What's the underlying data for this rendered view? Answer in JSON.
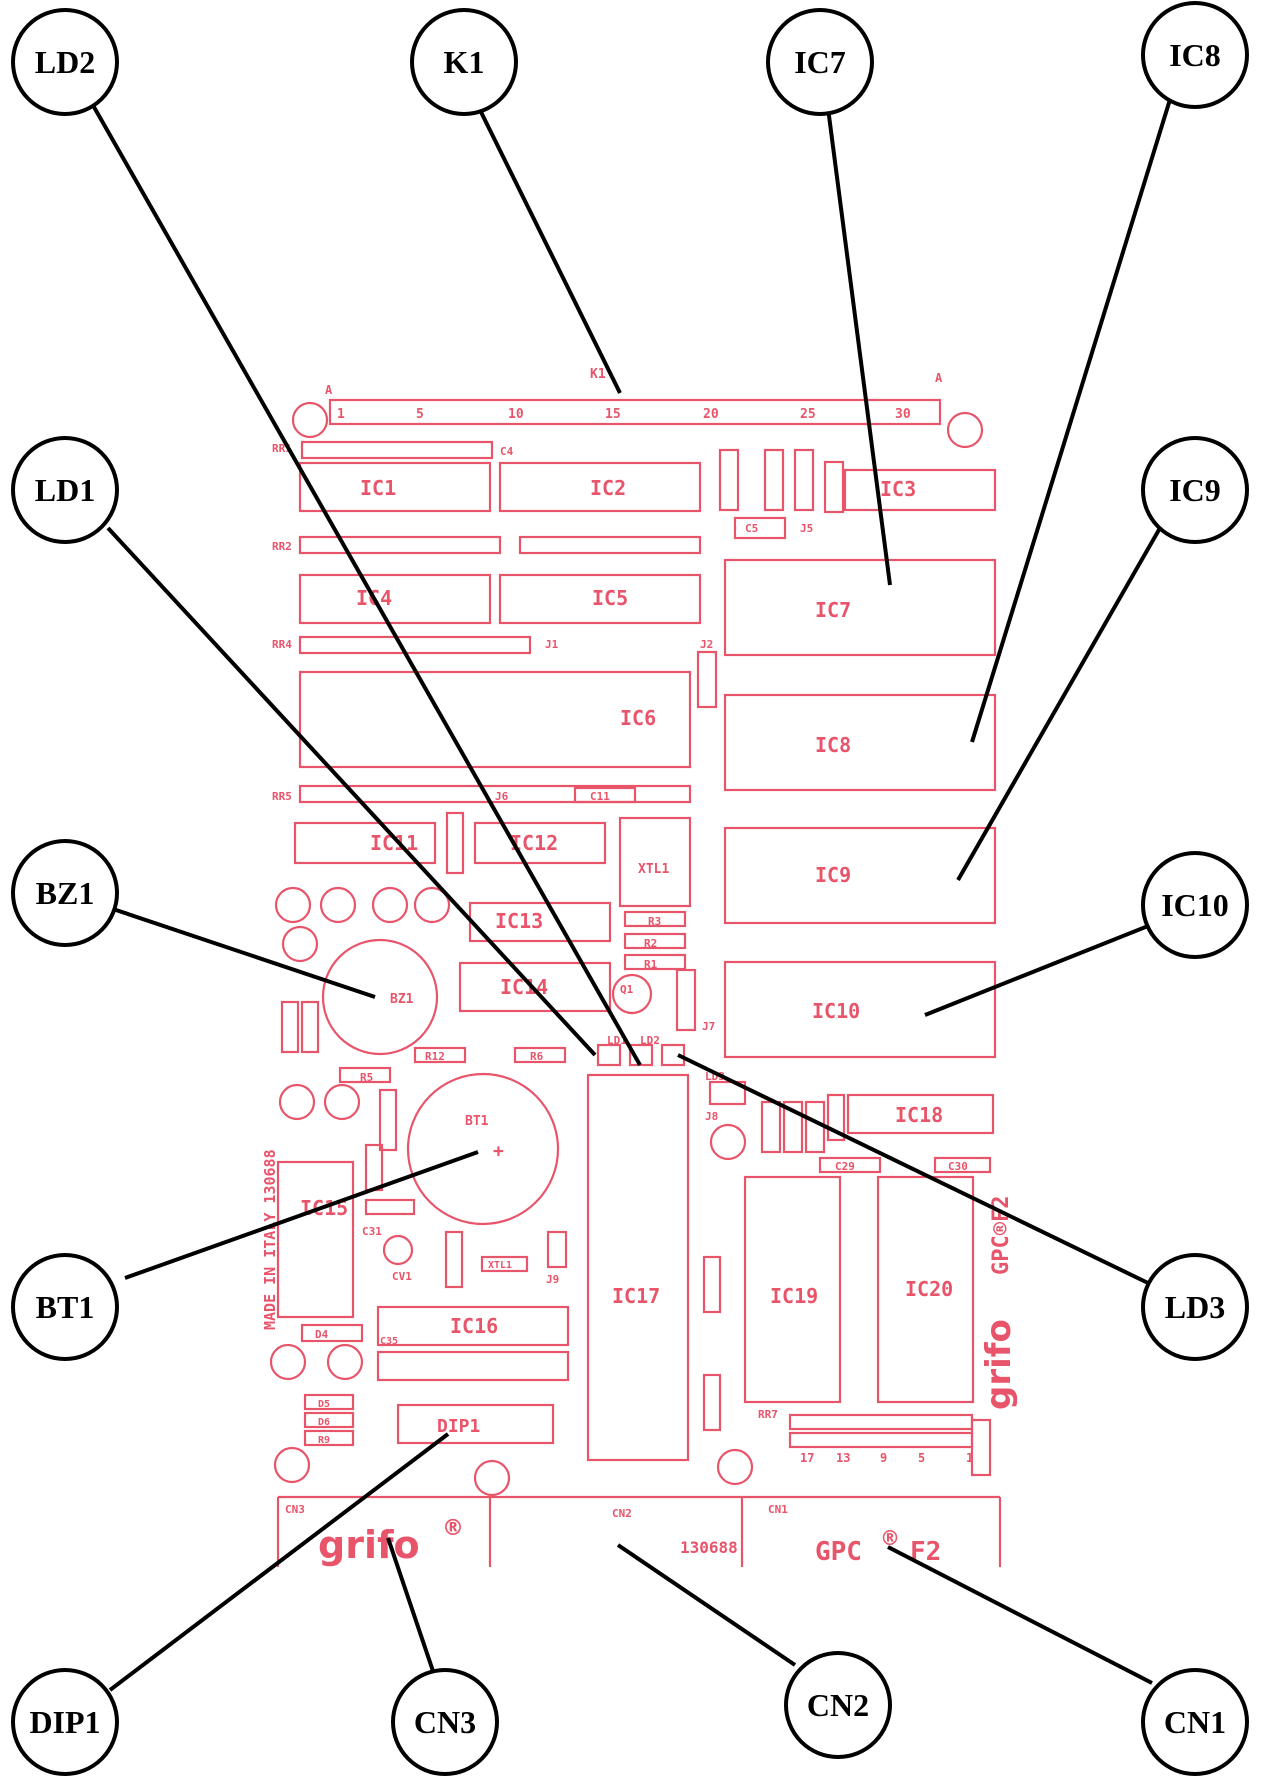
{
  "callouts": {
    "LD2": "LD2",
    "K1": "K1",
    "IC7": "IC7",
    "IC8": "IC8",
    "LD1": "LD1",
    "IC9": "IC9",
    "BZ1": "BZ1",
    "IC10": "IC10",
    "BT1": "BT1",
    "LD3": "LD3",
    "DIP1": "DIP1",
    "CN3": "CN3",
    "CN2": "CN2",
    "CN1": "CN1"
  },
  "board": {
    "k1_label": "K1",
    "k1_pins": [
      "A",
      "1",
      "5",
      "10",
      "15",
      "20",
      "25",
      "30",
      "A"
    ],
    "ic": {
      "ic1": "IC1",
      "ic2": "IC2",
      "ic3": "IC3",
      "ic4": "IC4",
      "ic5": "IC5",
      "ic6": "IC6",
      "ic7": "IC7",
      "ic8": "IC8",
      "ic9": "IC9",
      "ic10": "IC10",
      "ic11": "IC11",
      "ic12": "IC12",
      "ic13": "IC13",
      "ic14": "IC14",
      "ic16": "IC16",
      "ic17": "IC17",
      "ic18": "IC18",
      "ic19": "IC19",
      "ic20": "IC20"
    },
    "parts": {
      "xtl1": "XTL1",
      "xtl1b": "XTL1",
      "bz1": "BZ1",
      "bt1": "BT1",
      "dip1": "DIP1",
      "rr1": "RR1",
      "rr2": "RR2",
      "rr4": "RR4",
      "rr5": "RR5",
      "rr7": "RR7",
      "c4": "C4",
      "c5": "C5",
      "c11": "C11",
      "c29": "C29",
      "c30": "C30",
      "j5": "J5",
      "j1": "J1",
      "j2": "J2",
      "j6": "J6",
      "j7": "J7",
      "j8": "J8",
      "j9": "J9",
      "r1": "R1",
      "r2": "R2",
      "r3": "R3",
      "r5": "R5",
      "r6": "R6",
      "r12": "R12",
      "ld1": "LD1",
      "ld2": "LD2",
      "ld3": "LD3",
      "q1": "Q1",
      "cv1": "CV1",
      "d4": "D4",
      "d5": "D5",
      "d6": "D6",
      "r9": "R9",
      "c31": "C31",
      "c35": "C35"
    },
    "cn3": "CN3",
    "cn2": "CN2",
    "cn1": "CN1",
    "logo": "grifo",
    "reg": "®",
    "code": "130688",
    "model": "GPC",
    "model_suffix": "F2",
    "made_in": "MADE IN ITALY  130688",
    "side_model": "GPC®F2"
  }
}
